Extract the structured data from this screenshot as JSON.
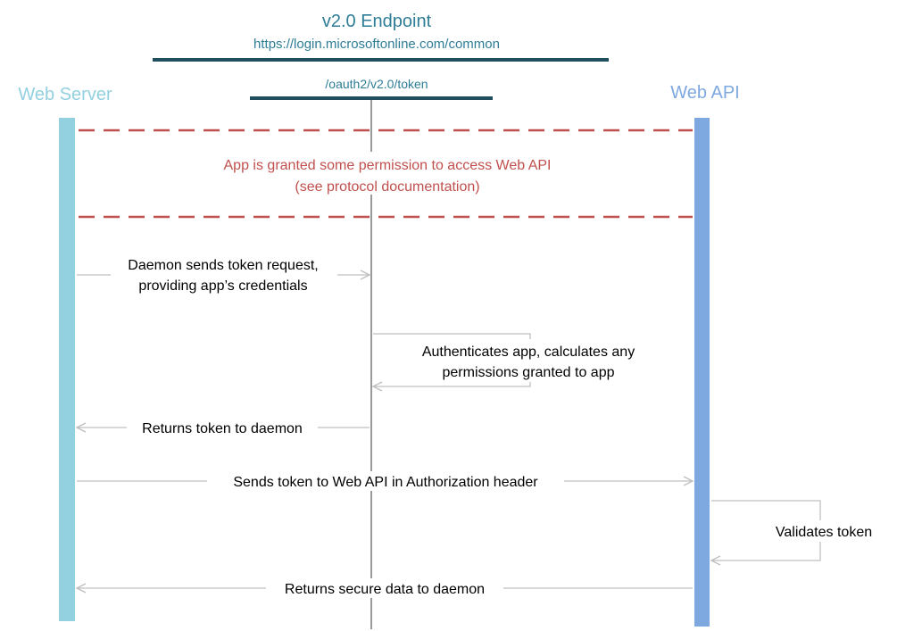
{
  "header": {
    "title": "v2.0 Endpoint",
    "url": "https://login.microsoftonline.com/common",
    "path": "/oauth2/v2.0/token"
  },
  "participants": {
    "web_server": "Web Server",
    "web_api": "Web API"
  },
  "grant_note": {
    "line1": "App is granted some permission to access Web API",
    "line2": "(see protocol documentation)"
  },
  "messages": {
    "token_request_line1": "Daemon sends token request,",
    "token_request_line2": "providing app’s credentials",
    "authenticate_line1": "Authenticates app, calculates any",
    "authenticate_line2": "permissions granted to app",
    "returns_token": "Returns token to daemon",
    "sends_token": "Sends token to Web API in Authorization header",
    "validates_token": "Validates token",
    "returns_data": "Returns secure data to daemon"
  },
  "colors": {
    "title": "#2e7d96",
    "endpoint_bar": "#1f4e5f",
    "web_server": "#93d0e0",
    "web_api": "#7ea8e0",
    "note": "#c0504d",
    "arrow": "#bfbfbf",
    "lifeline": "#333333",
    "text": "#000000"
  }
}
